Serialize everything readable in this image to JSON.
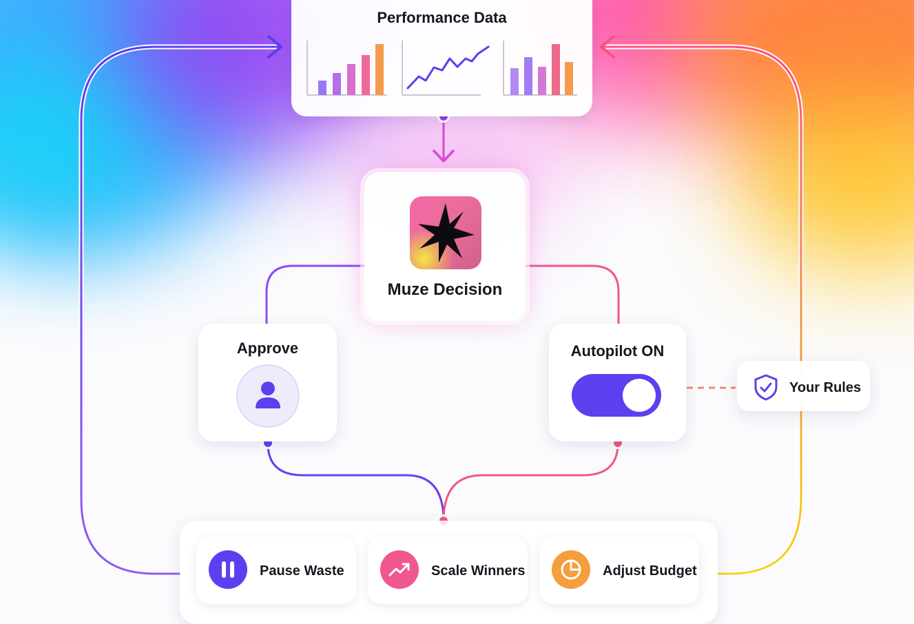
{
  "performance": {
    "title": "Performance Data"
  },
  "decision": {
    "title": "Muze Decision"
  },
  "approve": {
    "title": "Approve"
  },
  "autopilot": {
    "title": "Autopilot ON",
    "state": "on"
  },
  "rules": {
    "label": "Your Rules"
  },
  "actions": [
    {
      "label": "Pause Waste",
      "icon": "pause-icon"
    },
    {
      "label": "Scale Winners",
      "icon": "trend-up-icon"
    },
    {
      "label": "Adjust Budget",
      "icon": "pie-chart-icon"
    }
  ],
  "colors": {
    "purple": "#5b40ef",
    "pink": "#f2568f",
    "orange": "#f59e3d",
    "yellow": "#f6d21e",
    "magenta": "#c63cd8"
  }
}
